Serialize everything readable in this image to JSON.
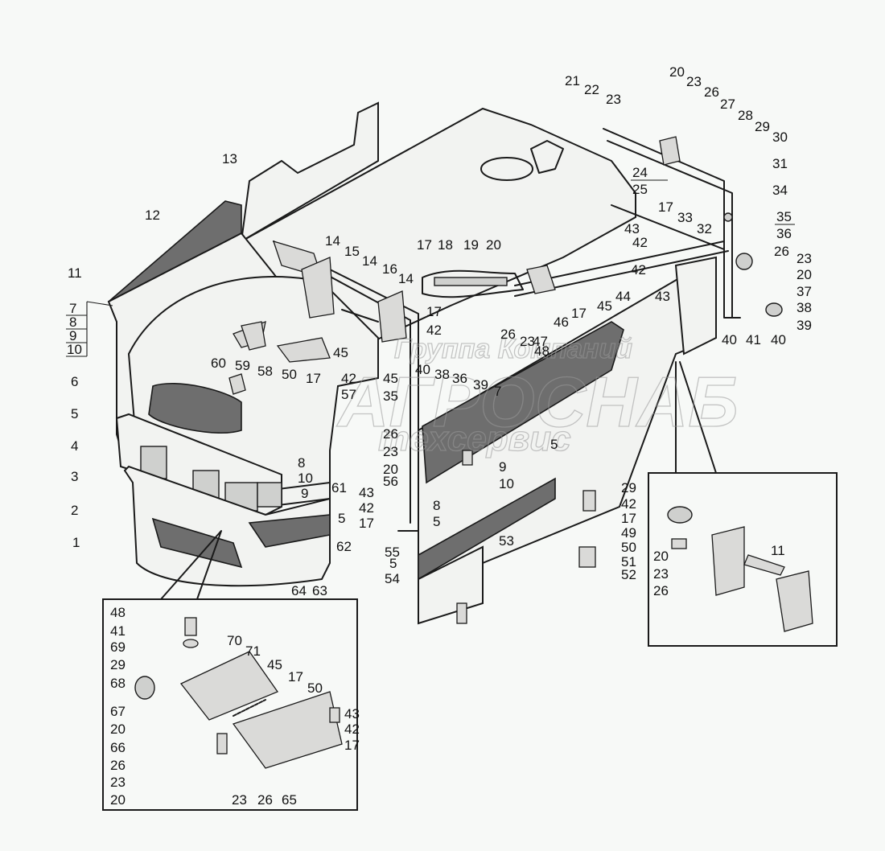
{
  "diagram": {
    "title": "Hood / cowling assembly — exploded parts view",
    "colors": {
      "background": "#f7f9f7",
      "ink": "#1a1a1a",
      "texture": "#6e6e6e",
      "watermark": "#9a9a9a"
    },
    "watermark": {
      "line1": "Группа Компаний",
      "line2": "АГРОСНАБ",
      "line3": "техсервис"
    },
    "fractions": {
      "f7_8_9_10": [
        "7",
        "8",
        "9",
        "10"
      ],
      "f24_25": [
        "24",
        "25"
      ],
      "f35_36": [
        "35",
        "36"
      ]
    },
    "callouts": [
      {
        "id": "c1",
        "text": "1"
      },
      {
        "id": "c2",
        "text": "2"
      },
      {
        "id": "c3",
        "text": "3"
      },
      {
        "id": "c4",
        "text": "4"
      },
      {
        "id": "c5a",
        "text": "5"
      },
      {
        "id": "c6",
        "text": "6"
      },
      {
        "id": "c11",
        "text": "11"
      },
      {
        "id": "c12",
        "text": "12"
      },
      {
        "id": "c13",
        "text": "13"
      },
      {
        "id": "c14a",
        "text": "14"
      },
      {
        "id": "c15",
        "text": "15"
      },
      {
        "id": "c14b",
        "text": "14"
      },
      {
        "id": "c16",
        "text": "16"
      },
      {
        "id": "c14c",
        "text": "14"
      },
      {
        "id": "c17a",
        "text": "17"
      },
      {
        "id": "c42a",
        "text": "42"
      },
      {
        "id": "c17b",
        "text": "17"
      },
      {
        "id": "c18",
        "text": "18"
      },
      {
        "id": "c19",
        "text": "19"
      },
      {
        "id": "c20a",
        "text": "20"
      },
      {
        "id": "c21",
        "text": "21"
      },
      {
        "id": "c22",
        "text": "22"
      },
      {
        "id": "c23a",
        "text": "23"
      },
      {
        "id": "c20b",
        "text": "20"
      },
      {
        "id": "c23b",
        "text": "23"
      },
      {
        "id": "c26a",
        "text": "26"
      },
      {
        "id": "c27",
        "text": "27"
      },
      {
        "id": "c28",
        "text": "28"
      },
      {
        "id": "c29a",
        "text": "29"
      },
      {
        "id": "c30",
        "text": "30"
      },
      {
        "id": "c31",
        "text": "31"
      },
      {
        "id": "c34",
        "text": "34"
      },
      {
        "id": "c32",
        "text": "32"
      },
      {
        "id": "c17c",
        "text": "17"
      },
      {
        "id": "c43a",
        "text": "43"
      },
      {
        "id": "c42b",
        "text": "42"
      },
      {
        "id": "c33",
        "text": "33"
      },
      {
        "id": "c42c",
        "text": "42"
      },
      {
        "id": "c43b",
        "text": "43"
      },
      {
        "id": "c26b",
        "text": "26"
      },
      {
        "id": "c23c",
        "text": "23"
      },
      {
        "id": "c20c",
        "text": "20"
      },
      {
        "id": "c37",
        "text": "37"
      },
      {
        "id": "c38a",
        "text": "38"
      },
      {
        "id": "c39a",
        "text": "39"
      },
      {
        "id": "c40a",
        "text": "40"
      },
      {
        "id": "c41a",
        "text": "41"
      },
      {
        "id": "c40b",
        "text": "40"
      },
      {
        "id": "c44",
        "text": "44"
      },
      {
        "id": "c45a",
        "text": "45"
      },
      {
        "id": "c17d",
        "text": "17"
      },
      {
        "id": "c46",
        "text": "46"
      },
      {
        "id": "c26c",
        "text": "26"
      },
      {
        "id": "c23d",
        "text": "23"
      },
      {
        "id": "c47",
        "text": "47"
      },
      {
        "id": "c48a",
        "text": "48"
      },
      {
        "id": "c60",
        "text": "60"
      },
      {
        "id": "c59",
        "text": "59"
      },
      {
        "id": "c58",
        "text": "58"
      },
      {
        "id": "c50a",
        "text": "50"
      },
      {
        "id": "c17e",
        "text": "17"
      },
      {
        "id": "c45b",
        "text": "45"
      },
      {
        "id": "c42d",
        "text": "42"
      },
      {
        "id": "c57",
        "text": "57"
      },
      {
        "id": "c45c",
        "text": "45"
      },
      {
        "id": "c40c",
        "text": "40"
      },
      {
        "id": "c38b",
        "text": "38"
      },
      {
        "id": "c36",
        "text": "36"
      },
      {
        "id": "c39b",
        "text": "39"
      },
      {
        "id": "c7b",
        "text": "7"
      },
      {
        "id": "c35",
        "text": "35"
      },
      {
        "id": "c26d",
        "text": "26"
      },
      {
        "id": "c23e",
        "text": "23"
      },
      {
        "id": "c20d",
        "text": "20"
      },
      {
        "id": "c5b",
        "text": "5"
      },
      {
        "id": "c56",
        "text": "56"
      },
      {
        "id": "c43c",
        "text": "43"
      },
      {
        "id": "c42e",
        "text": "42"
      },
      {
        "id": "c17f",
        "text": "17"
      },
      {
        "id": "c8a",
        "text": "8"
      },
      {
        "id": "c10a",
        "text": "10"
      },
      {
        "id": "c9a",
        "text": "9"
      },
      {
        "id": "c61",
        "text": "61"
      },
      {
        "id": "c5c",
        "text": "5"
      },
      {
        "id": "c62",
        "text": "62"
      },
      {
        "id": "c64",
        "text": "64"
      },
      {
        "id": "c63",
        "text": "63"
      },
      {
        "id": "c9b",
        "text": "9"
      },
      {
        "id": "c10b",
        "text": "10"
      },
      {
        "id": "c8b",
        "text": "8"
      },
      {
        "id": "c5d",
        "text": "5"
      },
      {
        "id": "c53",
        "text": "53"
      },
      {
        "id": "c55",
        "text": "55"
      },
      {
        "id": "c5e",
        "text": "5"
      },
      {
        "id": "c54",
        "text": "54"
      },
      {
        "id": "c29b",
        "text": "29"
      },
      {
        "id": "c42f",
        "text": "42"
      },
      {
        "id": "c17g",
        "text": "17"
      },
      {
        "id": "c49",
        "text": "49"
      },
      {
        "id": "c50b",
        "text": "50"
      },
      {
        "id": "c51",
        "text": "51"
      },
      {
        "id": "c52",
        "text": "52"
      }
    ],
    "inset_left": {
      "callouts": [
        {
          "id": "i48",
          "text": "48"
        },
        {
          "id": "i41",
          "text": "41"
        },
        {
          "id": "i69",
          "text": "69"
        },
        {
          "id": "i29",
          "text": "29"
        },
        {
          "id": "i68",
          "text": "68"
        },
        {
          "id": "i67",
          "text": "67"
        },
        {
          "id": "i20a",
          "text": "20"
        },
        {
          "id": "i66",
          "text": "66"
        },
        {
          "id": "i26a",
          "text": "26"
        },
        {
          "id": "i23a",
          "text": "23"
        },
        {
          "id": "i20b",
          "text": "20"
        },
        {
          "id": "i70",
          "text": "70"
        },
        {
          "id": "i71",
          "text": "71"
        },
        {
          "id": "i45",
          "text": "45"
        },
        {
          "id": "i17a",
          "text": "17"
        },
        {
          "id": "i50",
          "text": "50"
        },
        {
          "id": "i43",
          "text": "43"
        },
        {
          "id": "i42",
          "text": "42"
        },
        {
          "id": "i17b",
          "text": "17"
        },
        {
          "id": "i23b",
          "text": "23"
        },
        {
          "id": "i26b",
          "text": "26"
        },
        {
          "id": "i65",
          "text": "65"
        }
      ]
    },
    "inset_right": {
      "callouts": [
        {
          "id": "r20",
          "text": "20"
        },
        {
          "id": "r23",
          "text": "23"
        },
        {
          "id": "r26",
          "text": "26"
        },
        {
          "id": "r11",
          "text": "11"
        }
      ]
    }
  }
}
